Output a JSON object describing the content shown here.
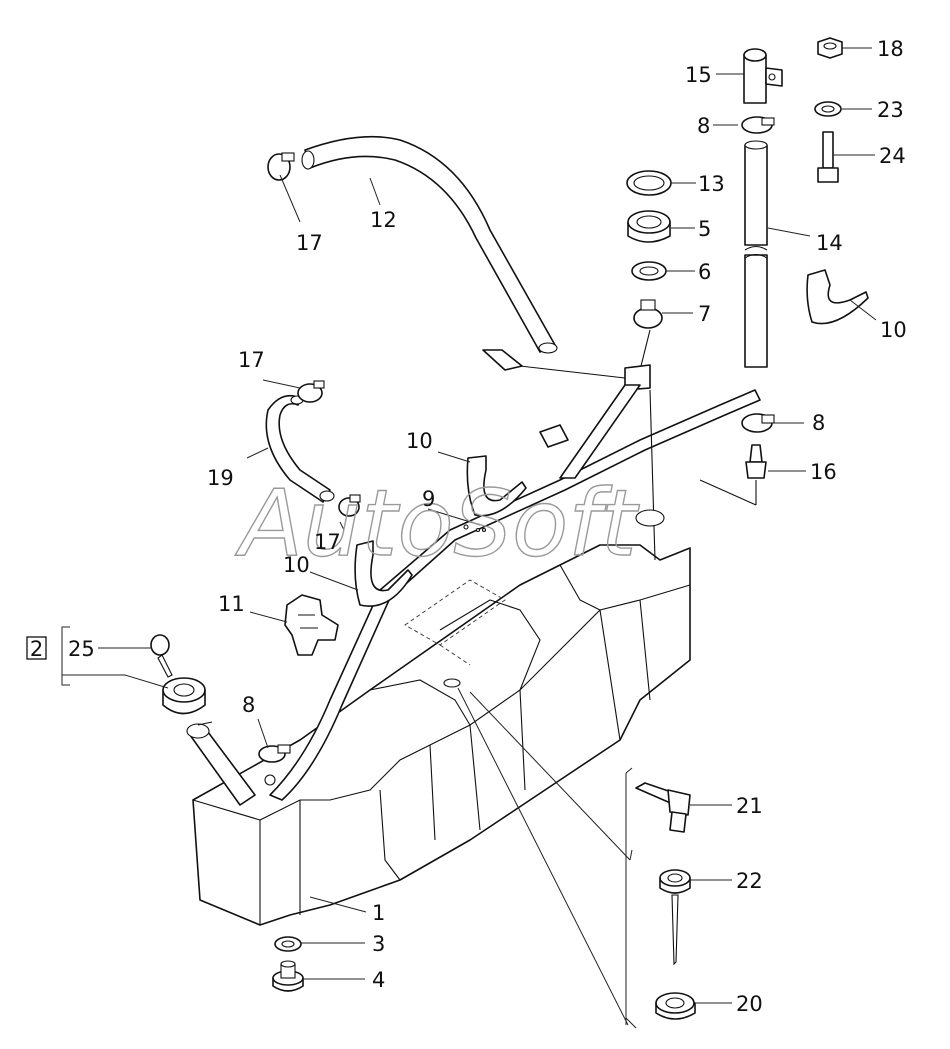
{
  "watermark": "AutoSoft",
  "group_box_label": "2",
  "callouts": [
    {
      "id": "c1",
      "label": "1"
    },
    {
      "id": "c3",
      "label": "3"
    },
    {
      "id": "c4",
      "label": "4"
    },
    {
      "id": "c5",
      "label": "5"
    },
    {
      "id": "c6",
      "label": "6"
    },
    {
      "id": "c7",
      "label": "7"
    },
    {
      "id": "c8a",
      "label": "8"
    },
    {
      "id": "c8b",
      "label": "8"
    },
    {
      "id": "c8c",
      "label": "8"
    },
    {
      "id": "c9",
      "label": "9"
    },
    {
      "id": "c10a",
      "label": "10"
    },
    {
      "id": "c10b",
      "label": "10"
    },
    {
      "id": "c10c",
      "label": "10"
    },
    {
      "id": "c11",
      "label": "11"
    },
    {
      "id": "c12",
      "label": "12"
    },
    {
      "id": "c13",
      "label": "13"
    },
    {
      "id": "c14",
      "label": "14"
    },
    {
      "id": "c15",
      "label": "15"
    },
    {
      "id": "c16",
      "label": "16"
    },
    {
      "id": "c17a",
      "label": "17"
    },
    {
      "id": "c17b",
      "label": "17"
    },
    {
      "id": "c17c",
      "label": "17"
    },
    {
      "id": "c18",
      "label": "18"
    },
    {
      "id": "c19",
      "label": "19"
    },
    {
      "id": "c20",
      "label": "20"
    },
    {
      "id": "c21",
      "label": "21"
    },
    {
      "id": "c22",
      "label": "22"
    },
    {
      "id": "c23",
      "label": "23"
    },
    {
      "id": "c24",
      "label": "24"
    },
    {
      "id": "c25",
      "label": "25"
    }
  ]
}
